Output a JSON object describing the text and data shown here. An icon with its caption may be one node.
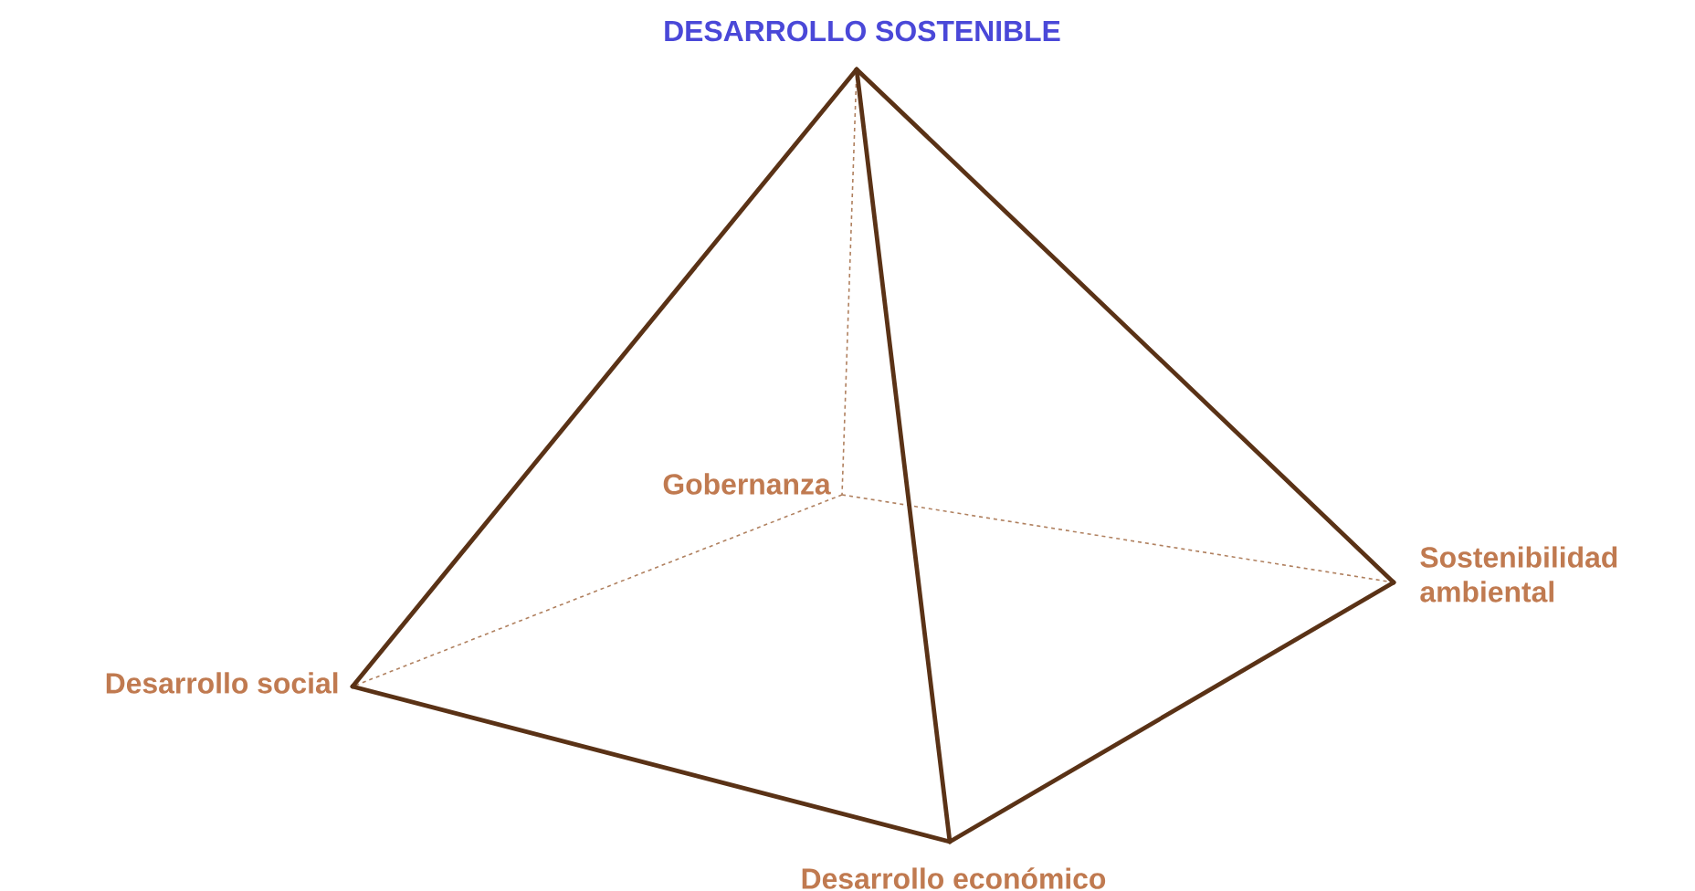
{
  "diagram": {
    "labels": [
      "DESARROLLO SOSTENIBLE",
      "Gobernanza",
      "Sostenibilidad ambiental",
      "Desarrollo social",
      "Desarrollo económico"
    ]
  }
}
